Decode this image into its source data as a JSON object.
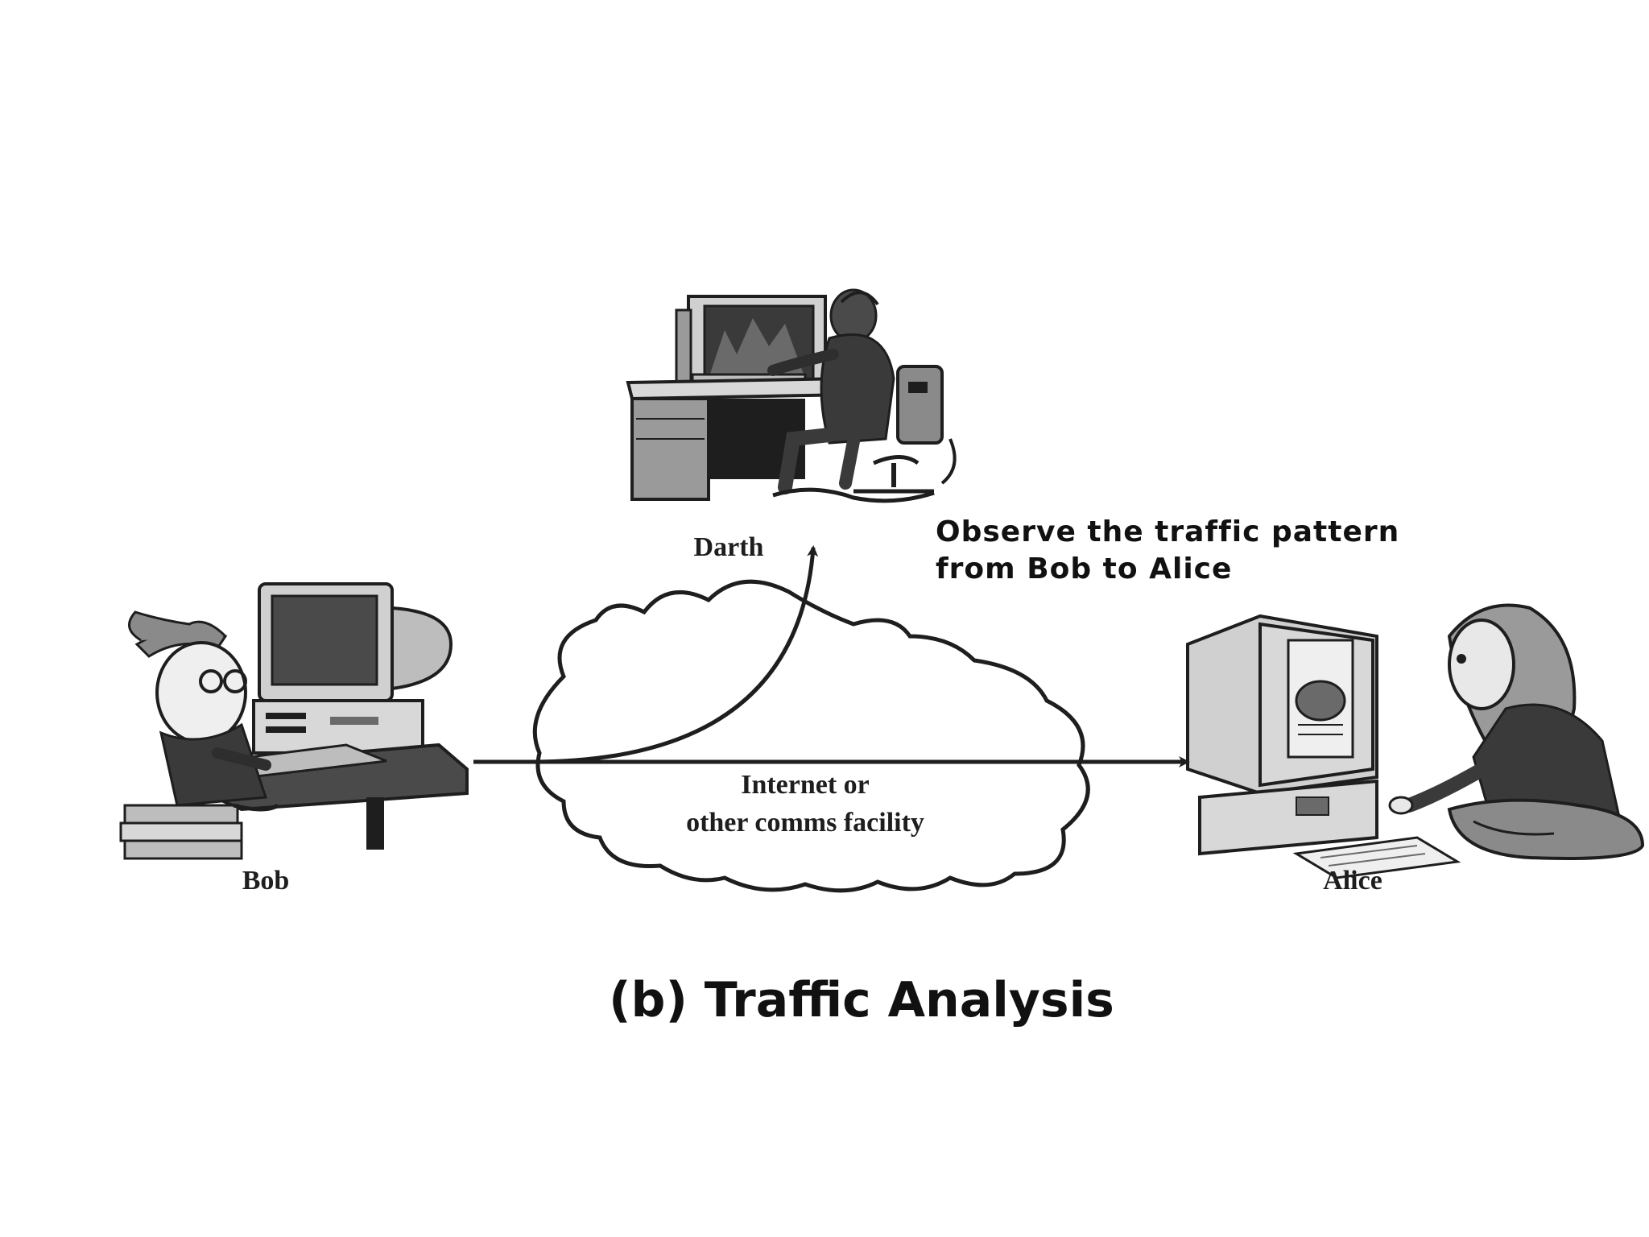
{
  "diagram": {
    "caption": "(b) Traffic Analysis",
    "annotation": {
      "line1": "Observe the traffic pattern",
      "line2": "from Bob to Alice"
    },
    "cloud": {
      "line1": "Internet or",
      "line2": "other comms facility"
    },
    "nodes": {
      "darth": "Darth",
      "bob": "Bob",
      "alice": "Alice"
    },
    "colors": {
      "line": "#1e1e1e",
      "dark_fill": "#2e2e2e",
      "mid_fill": "#7a7a7a",
      "light_fill": "#c8c8c8"
    },
    "icons": [
      "hacker-at-computer-icon",
      "person-at-computer-icon",
      "girl-at-computer-icon",
      "cloud-icon"
    ]
  }
}
